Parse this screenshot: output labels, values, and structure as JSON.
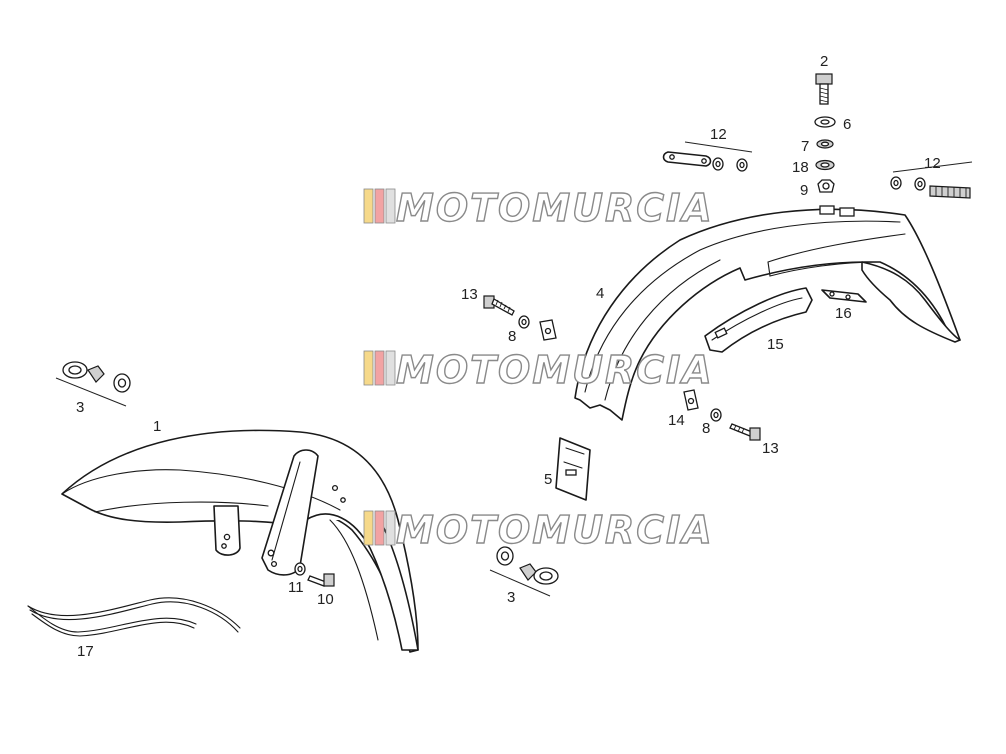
{
  "watermark": {
    "text": "MOTOMURCIA",
    "stripe_colors": [
      "#f6d98a",
      "#f2a3a3",
      "#e0e0e0",
      "#8a8a8a"
    ]
  },
  "callouts": [
    {
      "id": "c1",
      "label": "1"
    },
    {
      "id": "c2",
      "label": "2"
    },
    {
      "id": "c3a",
      "label": "3"
    },
    {
      "id": "c3b",
      "label": "3"
    },
    {
      "id": "c4",
      "label": "4"
    },
    {
      "id": "c5",
      "label": "5"
    },
    {
      "id": "c6",
      "label": "6"
    },
    {
      "id": "c7",
      "label": "7"
    },
    {
      "id": "c8a",
      "label": "8"
    },
    {
      "id": "c8b",
      "label": "8"
    },
    {
      "id": "c9",
      "label": "9"
    },
    {
      "id": "c10",
      "label": "10"
    },
    {
      "id": "c11",
      "label": "11"
    },
    {
      "id": "c12a",
      "label": "12"
    },
    {
      "id": "c12b",
      "label": "12"
    },
    {
      "id": "c13a",
      "label": "13"
    },
    {
      "id": "c13b",
      "label": "13"
    },
    {
      "id": "c14",
      "label": "14"
    },
    {
      "id": "c15",
      "label": "15"
    },
    {
      "id": "c16",
      "label": "16"
    },
    {
      "id": "c17",
      "label": "17"
    },
    {
      "id": "c18",
      "label": "18"
    }
  ],
  "colors": {
    "line": "#1a1a1a",
    "watermark_outline": "#8a8a8a",
    "background": "#ffffff"
  }
}
